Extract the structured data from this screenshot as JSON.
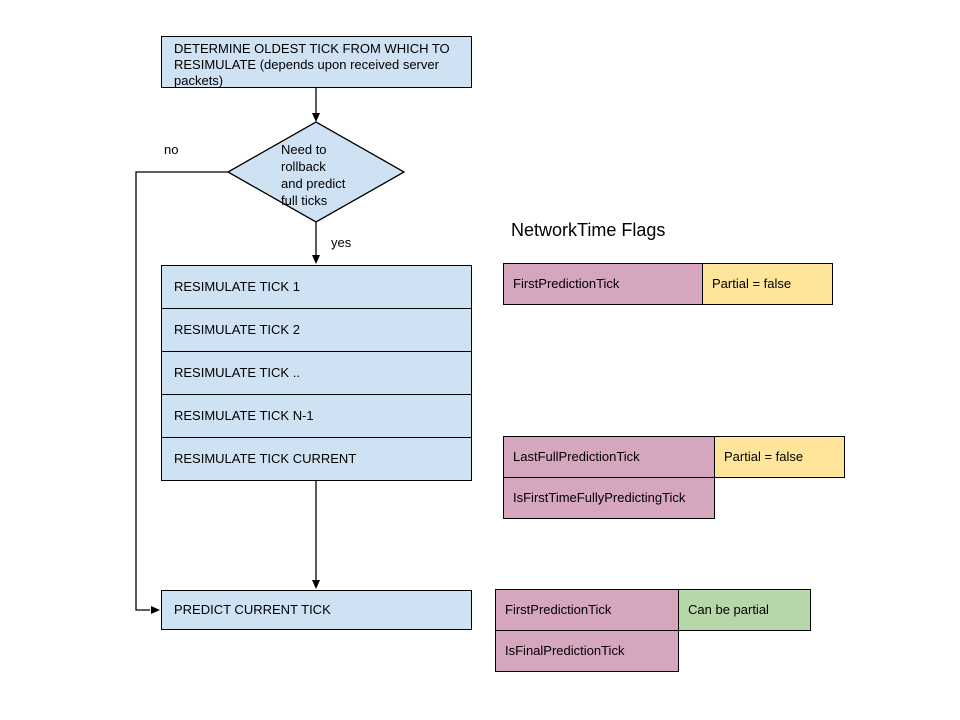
{
  "colors": {
    "process_fill": "#cfe2f3",
    "flag_fill": "#d5a6bd",
    "note_yellow": "#ffe599",
    "note_green": "#b6d7a8",
    "border": "#000000",
    "text": "#000000"
  },
  "flow": {
    "start_box": "DETERMINE OLDEST TICK FROM WHICH TO\nRESIMULATE (depends upon received server\npackets)",
    "decision": "Need to\nrollback\nand predict\nfull ticks",
    "no_label": "no",
    "yes_label": "yes",
    "resimulate_ticks": [
      "RESIMULATE TICK 1",
      "RESIMULATE TICK 2",
      "RESIMULATE TICK ..",
      "RESIMULATE TICK N-1",
      "RESIMULATE TICK CURRENT"
    ],
    "predict_box": "PREDICT CURRENT TICK"
  },
  "flags": {
    "title": "NetworkTime Flags",
    "groups": [
      {
        "rows": [
          {
            "flag": "FirstPredictionTick",
            "note": "Partial = false",
            "note_style": "yellow"
          }
        ]
      },
      {
        "rows": [
          {
            "flag": "LastFullPredictionTick",
            "note": "Partial = false",
            "note_style": "yellow"
          },
          {
            "flag": "IsFirstTimeFullyPredictingTick"
          }
        ]
      },
      {
        "rows": [
          {
            "flag": "FirstPredictionTick",
            "note": "Can be partial",
            "note_style": "green"
          },
          {
            "flag": "IsFinalPredictionTick"
          }
        ]
      }
    ]
  }
}
